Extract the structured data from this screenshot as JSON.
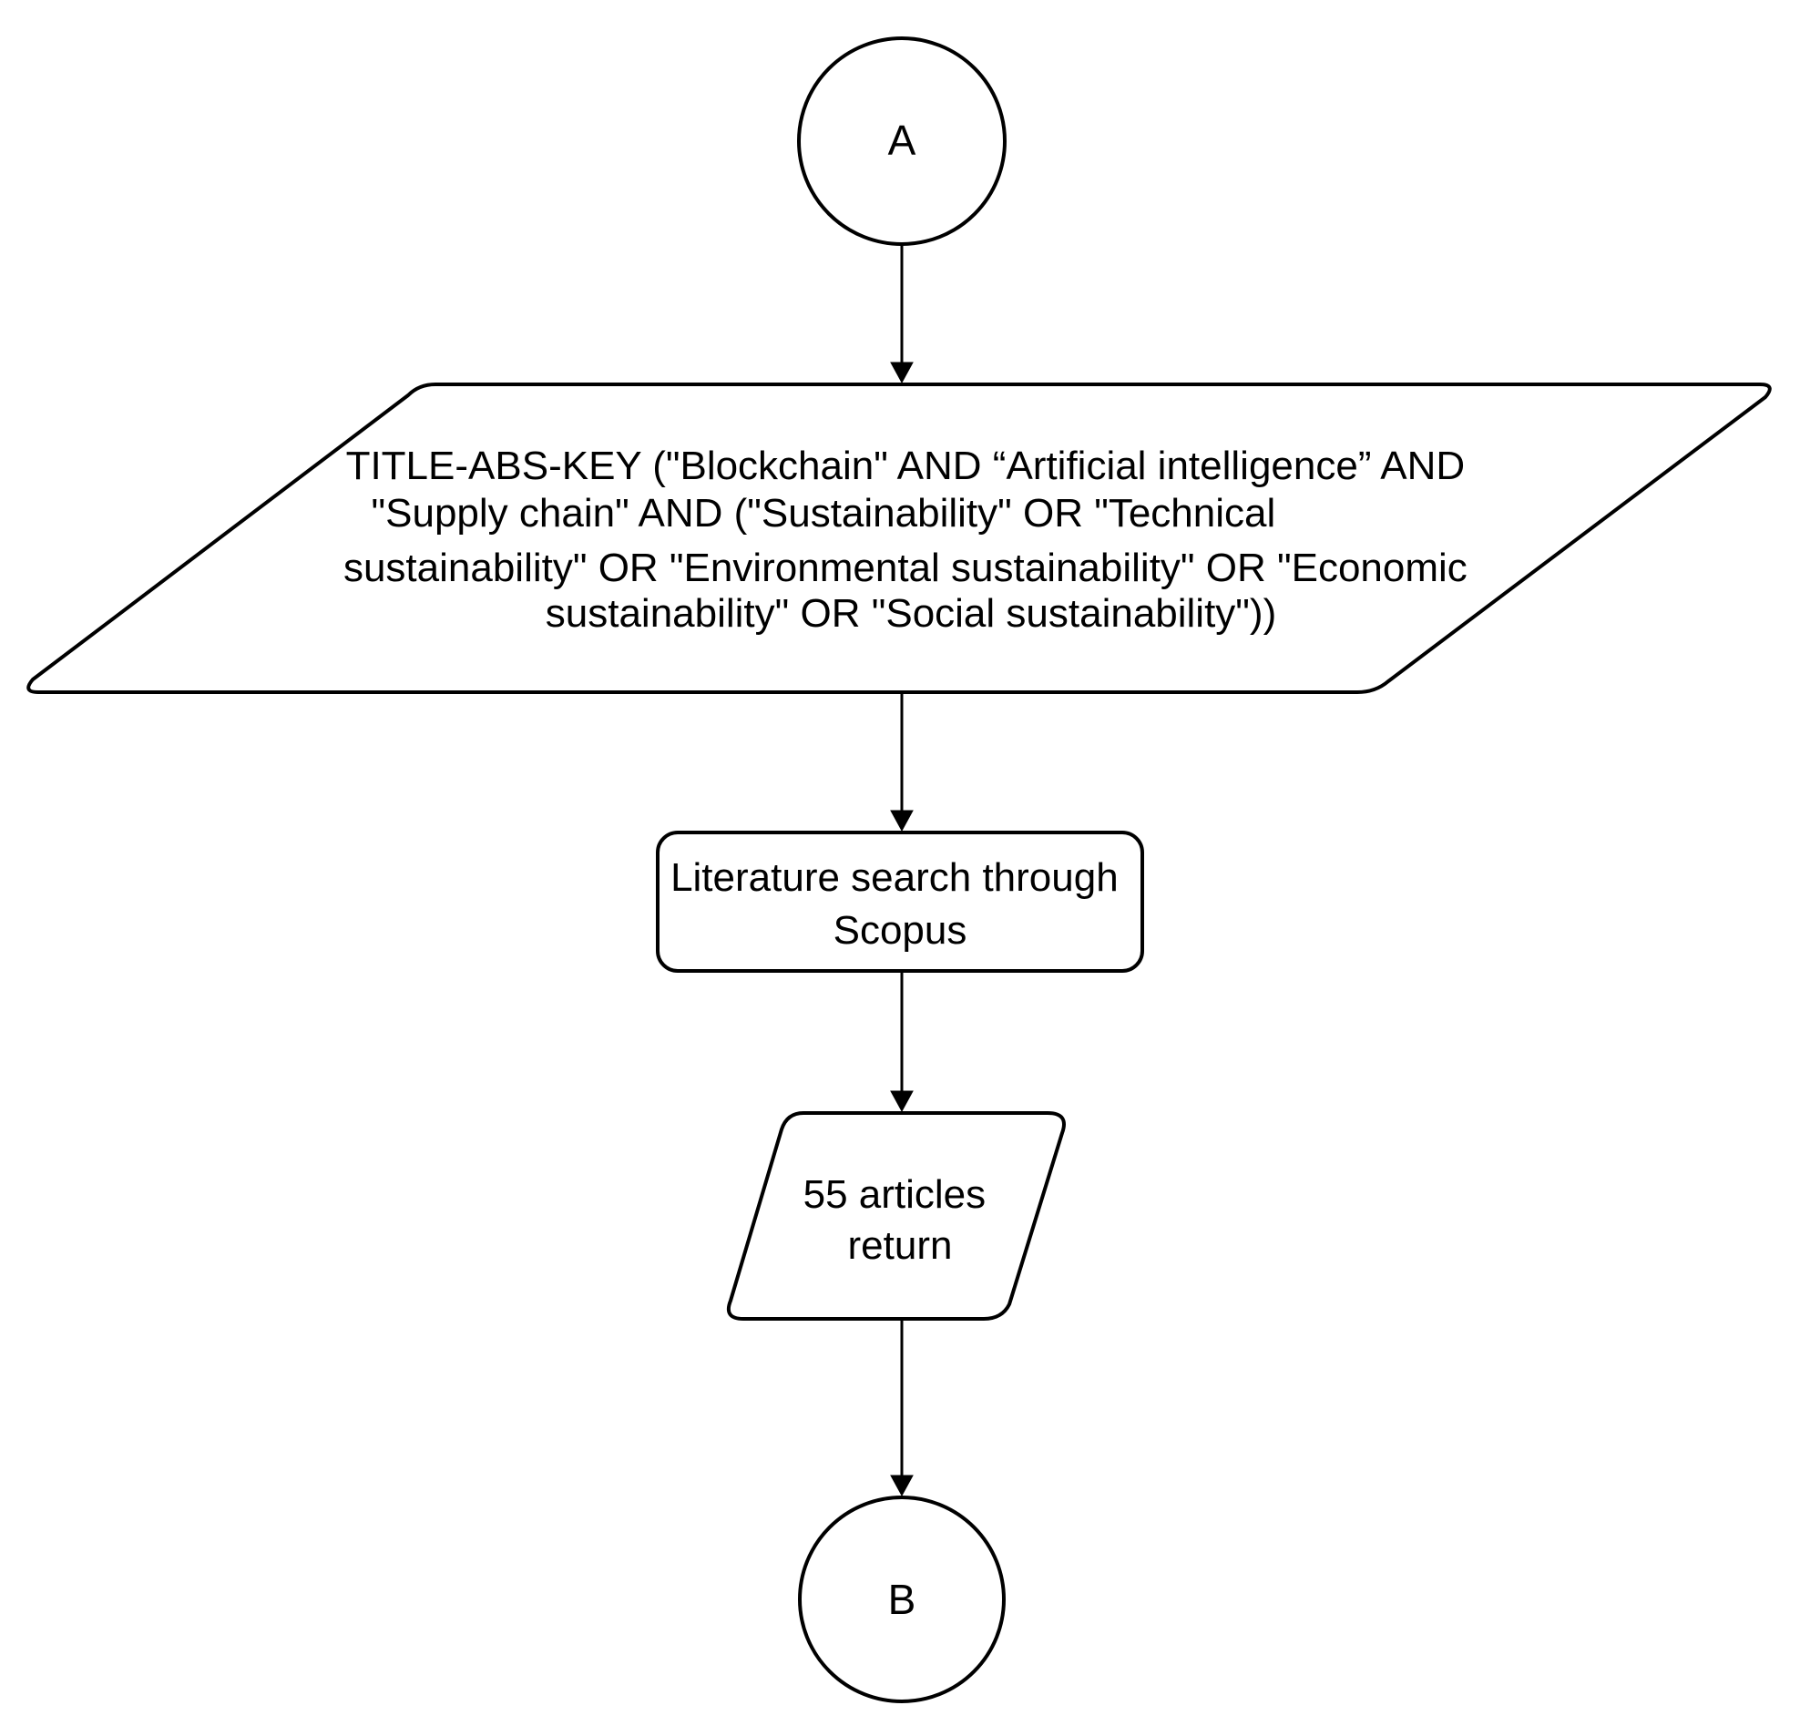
{
  "flowchart": {
    "start_connector": {
      "label": "A"
    },
    "query": {
      "lines": [
        "TITLE-ABS-KEY (\"Blockchain\" AND “Artificial intelligence” AND",
        "\"Supply chain\" AND (\"Sustainability\" OR \"Technical",
        "sustainability\" OR \"Environmental sustainability\" OR \"Economic",
        "sustainability\" OR \"Social sustainability\"))"
      ]
    },
    "search_step": {
      "lines": [
        "Literature search through",
        "Scopus"
      ]
    },
    "result": {
      "lines": [
        "55 articles",
        "return"
      ]
    },
    "end_connector": {
      "label": "B"
    }
  }
}
